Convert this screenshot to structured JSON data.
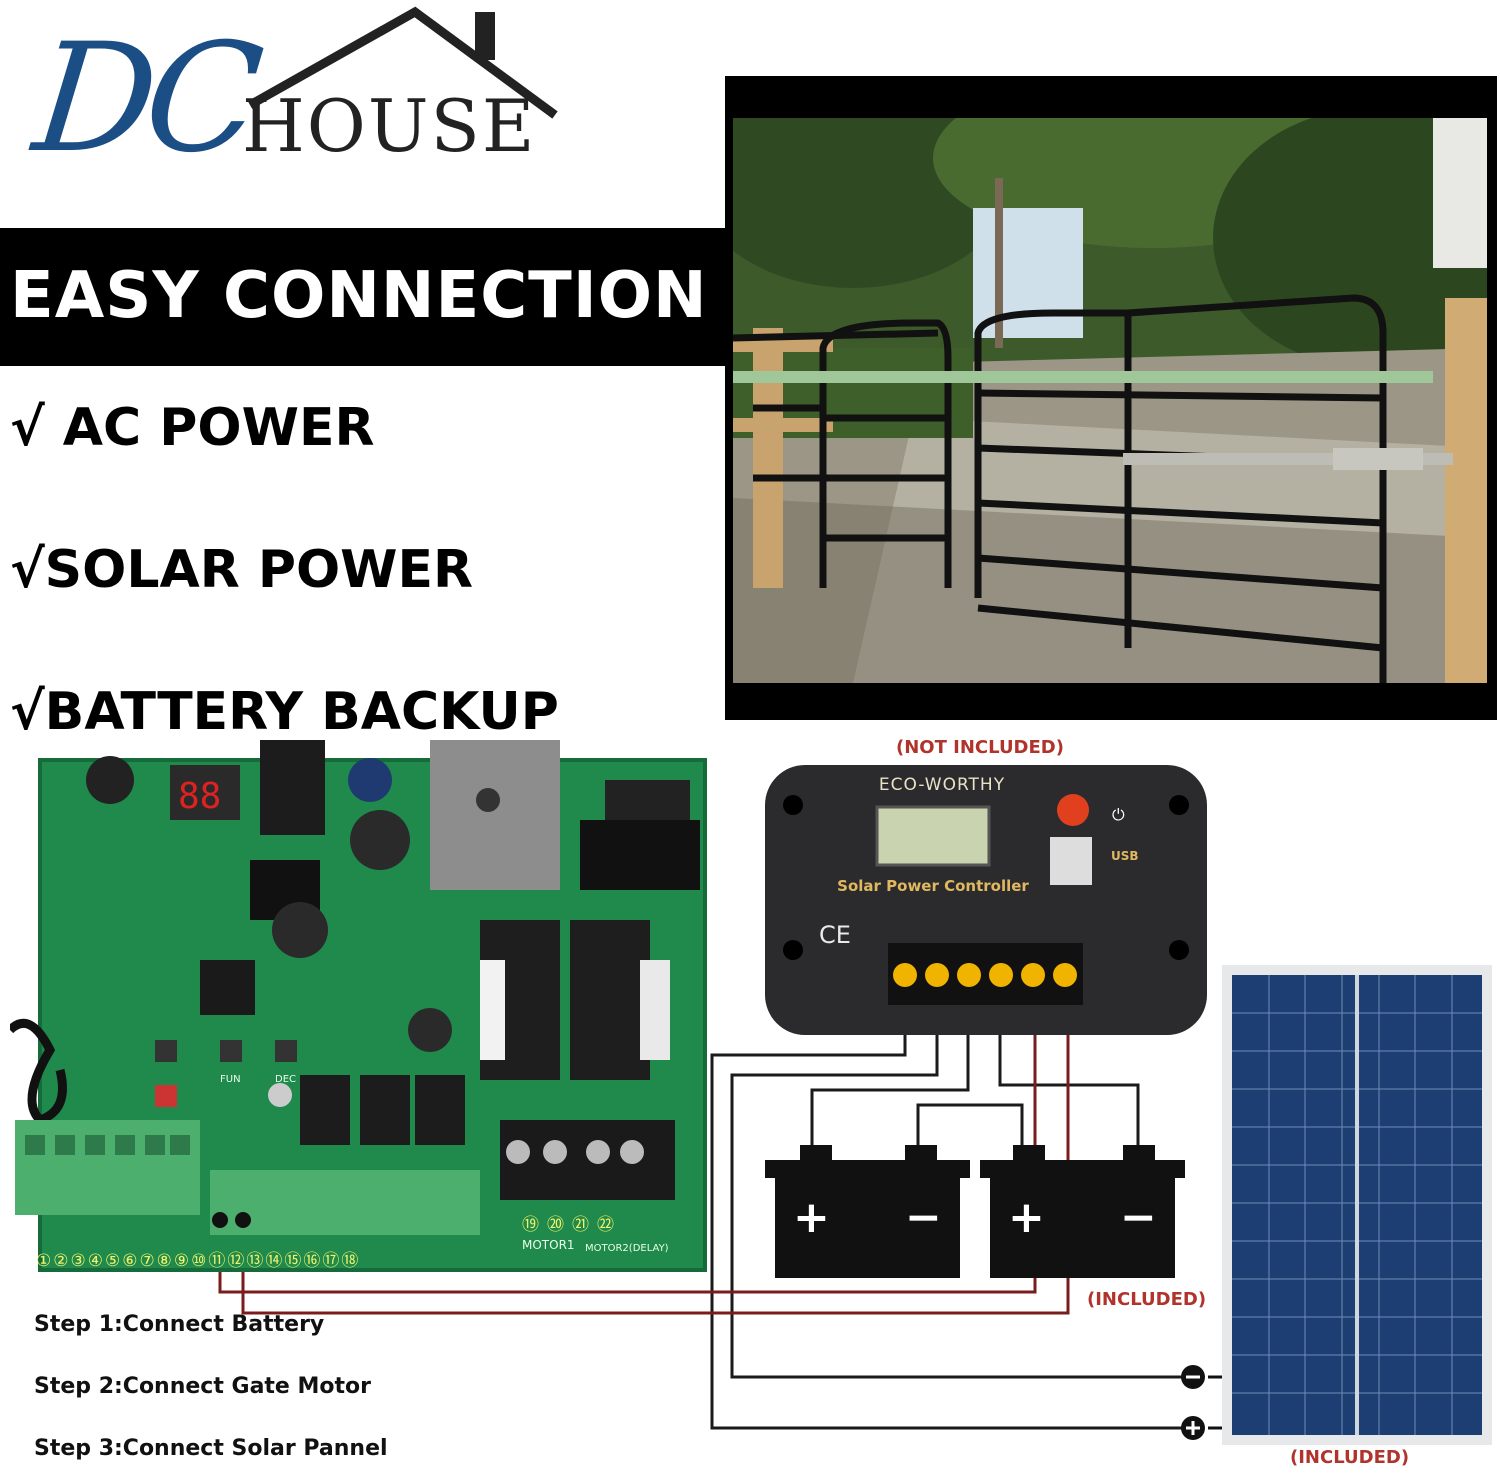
{
  "logo": {
    "dc_text": "DC",
    "house_text": "HOUSE",
    "brand_color": "#1c4e86"
  },
  "banner": {
    "title": "EASY CONNECTION"
  },
  "features": [
    "√ AC POWER",
    "√SOLAR POWER",
    "√BATTERY BACKUP"
  ],
  "controller": {
    "status_label": "(NOT INCLUDED)",
    "brand": "ECO-WORTHY",
    "name": "Solar Power Controller",
    "ce_mark": "CE",
    "usb_label": "USB"
  },
  "battery": {
    "status_label": "(INCLUDED)",
    "plus": "+",
    "minus": "−"
  },
  "panel": {
    "status_label": "(INCLUDED)"
  },
  "board": {
    "labels": [
      "MOTOR1",
      "MOTOR2(DELAY)",
      "FUN",
      "DEC"
    ],
    "terminal_numbers": [
      "①",
      "②",
      "③",
      "④",
      "⑤",
      "⑥",
      "⑦",
      "⑧",
      "⑨",
      "⑩",
      "⑪",
      "⑫",
      "⑬",
      "⑭",
      "⑮",
      "⑯",
      "⑰",
      "⑱"
    ],
    "motor_terminals": [
      "⑲",
      "⑳",
      "㉑",
      "㉒"
    ]
  },
  "steps": [
    "Step 1:Connect Battery",
    "Step 2:Connect Gate Motor",
    "Step 3:Connect Solar Pannel"
  ],
  "colors": {
    "wire_black": "#1a1a1a",
    "wire_red": "#7a1c1c",
    "label_red": "#b0332c",
    "pcb_green": "#1f8a4c"
  }
}
